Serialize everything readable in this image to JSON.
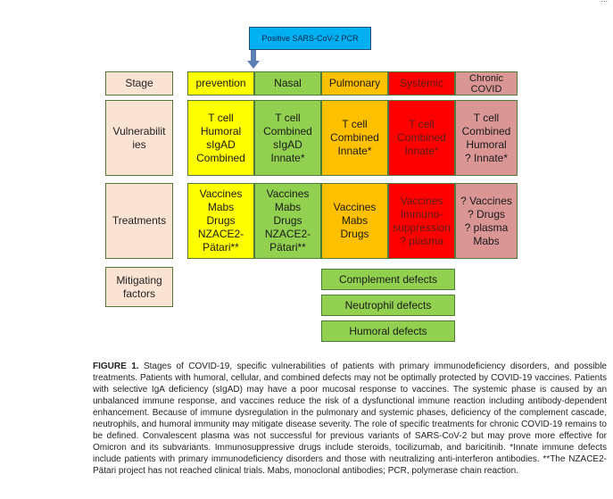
{
  "page_note": "...",
  "pcr_label": "Positive SARS-CoV-2 PCR",
  "row_labels": {
    "stage": "Stage",
    "vulnerabilities": "Vulnerabilit\nies",
    "treatments": "Treatments",
    "mitigating": "Mitigating\nfactors"
  },
  "stages": [
    {
      "name": "prevention",
      "color": "#ffff00"
    },
    {
      "name": "Nasal",
      "color": "#92d050"
    },
    {
      "name": "Pulmonary",
      "color": "#ffc000"
    },
    {
      "name": "Systemic",
      "color": "#ff0000"
    },
    {
      "name": "Chronic\nCOVID",
      "color": "#da9694"
    }
  ],
  "vulnerabilities": [
    "T cell\nHumoral\nsIgAD\nCombined",
    "T cell\nCombined\nsIgAD\nInnate*",
    "T cell\nCombined\nInnate*",
    "T cell\nCombined\nInnate*",
    "T cell\nCombined\nHumoral\n? Innate*"
  ],
  "treatments": [
    "Vaccines\nMabs\nDrugs\nNZACE2-\nPätari**",
    "Vaccines\nMabs\nDrugs\nNZACE2-\nPätari**",
    "Vaccines\nMabs\nDrugs",
    "Vaccines\nImmuno-\nsuppression\n? plasma",
    "? Vaccines\n? Drugs\n? plasma\nMabs"
  ],
  "mitigating_factors": [
    "Complement defects",
    "Neutrophil defects",
    "Humoral defects"
  ],
  "caption": {
    "figure_label": "FIGURE 1.",
    "text": " Stages of COVID-19, specific vulnerabilities of patients with primary immunodeficiency disorders, and possible treatments. Patients with humoral, cellular, and combined defects may not be optimally protected by COVID-19 vaccines. Patients with selective IgA deficiency (sIgAD) may have a poor mucosal response to vaccines. The systemic phase is caused by an unbalanced immune response, and vaccines reduce the risk of a dysfunctional immune reaction including antibody-dependent enhancement. Because of immune dysregulation in the pulmonary and systemic phases, deficiency of the complement cascade, neutrophils, and humoral immunity may mitigate disease severity. The role of specific treatments for chronic COVID-19 remains to be defined. Convalescent plasma was not successful for previous variants of SARS-CoV-2 but may prove more effective for Omicron and its subvariants. Immunosuppressive drugs include steroids, tocilizumab, and baricitinib. *Innate immune defects include patients with primary immunodeficiency disorders and those with neutralizing anti-interferon antibodies. **The NZACE2-Pätari project has not reached clinical trials. Mabs, monoclonal antibodies; PCR, polymerase chain reaction."
  }
}
